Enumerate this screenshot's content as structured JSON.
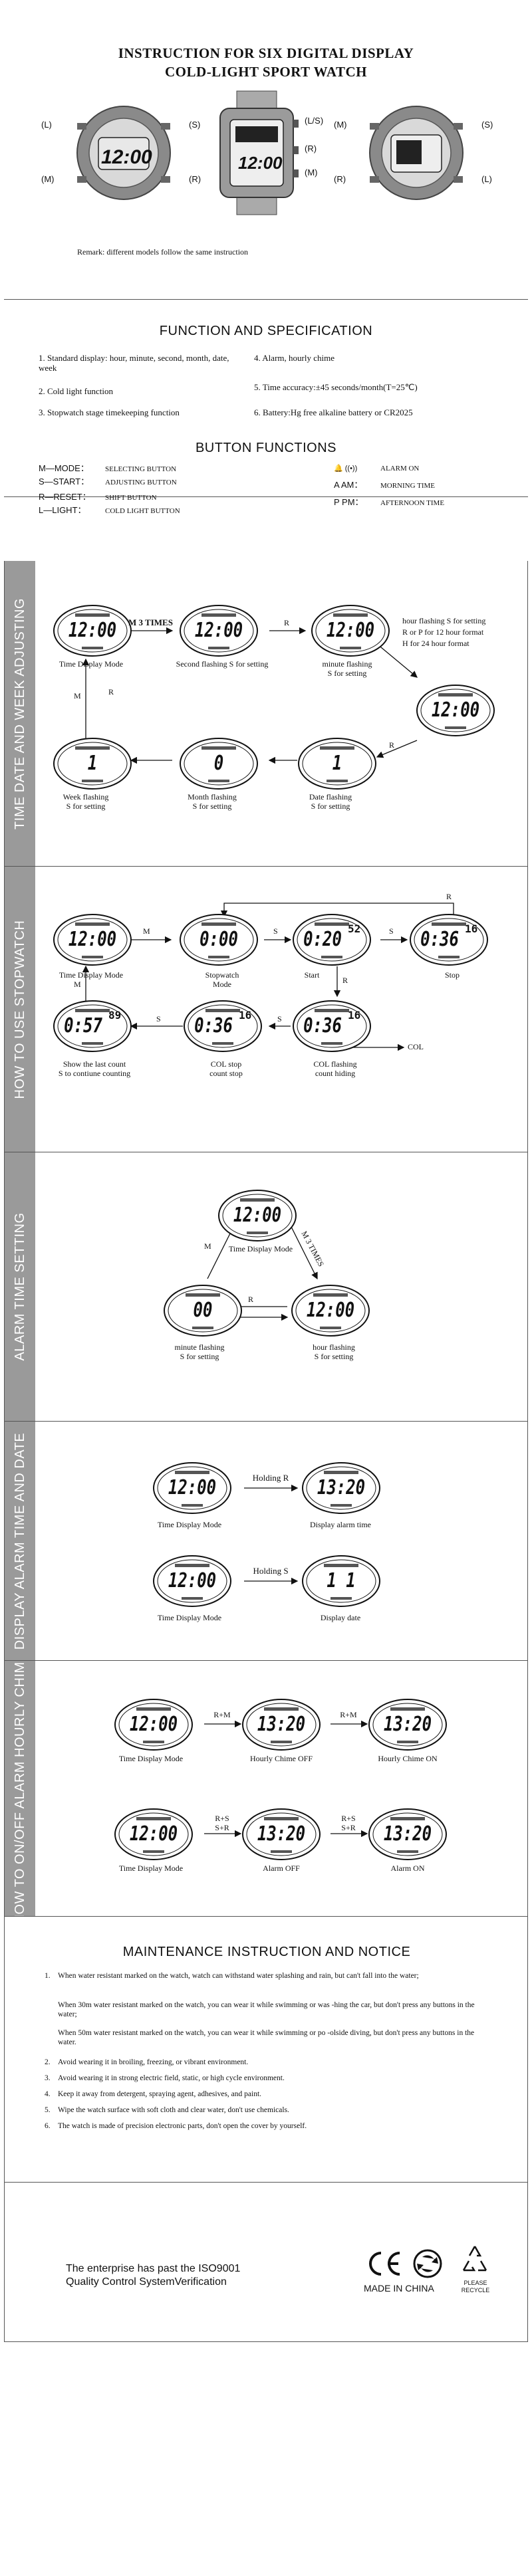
{
  "header": {
    "title_line1": "INSTRUCTION FOR SIX DIGITAL DISPLAY",
    "title_line2": "COLD-LIGHT SPORT WATCH",
    "remark": "Remark: different models follow the same instruction",
    "watch1": {
      "left_top": "(L)",
      "left_bottom": "(M)",
      "right_top": "(S)",
      "right_bottom": "(R)",
      "time": "12:00"
    },
    "watch2": {
      "right_top": "(L/S)",
      "right_mid": "(R)",
      "right_bottom": "(M)",
      "time": "12:00"
    },
    "watch3": {
      "left_top": "(M)",
      "left_bottom": "(R)",
      "right_top": "(S)",
      "right_bottom": "(L)"
    }
  },
  "functions": {
    "title": "FUNCTION AND SPECIFICATION",
    "items": [
      {
        "num": "1.",
        "text": "Standard display: hour, minute, second, month, date, week"
      },
      {
        "num": "2.",
        "text": "Cold light function"
      },
      {
        "num": "3.",
        "text": "Stopwatch stage timekeeping function"
      },
      {
        "num": "4.",
        "text": "Alarm, hourly chime"
      },
      {
        "num": "5.",
        "text": "Time accuracy:±45 seconds/month(T=25℃)"
      },
      {
        "num": "6.",
        "text": "Battery:Hg free alkaline battery or CR2025"
      }
    ]
  },
  "buttons": {
    "title": "BUTTON FUNCTIONS",
    "left": [
      {
        "key": "M—MODE：",
        "desc": "SELECTING BUTTON"
      },
      {
        "key": "S—START：",
        "desc": "ADJUSTING BUTTON"
      },
      {
        "key": "R—RESET：",
        "desc": "SHIFT BUTTON"
      },
      {
        "key": "L—LIGHT：",
        "desc": "COLD LIGHT BUTTON"
      }
    ],
    "right": [
      {
        "key": "🔔 ((•))",
        "desc": "ALARM ON"
      },
      {
        "key": "A  AM：",
        "desc": "MORNING TIME"
      },
      {
        "key": "P  PM：",
        "desc": "AFTERNOON TIME"
      }
    ]
  },
  "sec_time": {
    "side": "TIME DATE AND WEEK ADJUSTING",
    "time_display": "Time Display Mode",
    "m3times": "M 3 TIMES",
    "r": "R",
    "m": "M",
    "second_flash": "Second flashing S for setting",
    "minute_flash_1": "minute flashing",
    "minute_flash_2": "S for setting",
    "hour_1": "hour flashing S for setting",
    "hour_2": "R or P for 12 hour format",
    "hour_3": "H for 24 hour format",
    "week_1": "Week flashing",
    "week_2": "S for setting",
    "month_1": "Month flashing",
    "month_2": "S for setting",
    "date_1": "Date flashing",
    "date_2": "S for setting",
    "d_time": "12:00",
    "d_hour": "12:00",
    "d_month": "0",
    "d_week": "1",
    "d_date": "1"
  },
  "sec_stop": {
    "side": "HOW TO USE STOPWATCH",
    "time_display": "Time Display Mode",
    "stopwatch_1": "Stopwatch",
    "stopwatch_2": "Mode",
    "start": "Start",
    "stop": "Stop",
    "show_1": "Show the last count",
    "show_2": "S to contiune counting",
    "colstop_1": "COL stop",
    "colstop_2": "count stop",
    "colflash_1": "COL flashing",
    "colflash_2": "count hiding",
    "col": "COL",
    "m": "M",
    "s": "S",
    "r": "R",
    "d_time": "12:00",
    "d_sw": "0:00",
    "d_start": "0:20",
    "d_stop": "0:36",
    "d_last": "0:57",
    "d_colstop": "0:36",
    "d_colflash": "0:36",
    "s_start": "52",
    "s_stop": "16",
    "s_last": "89",
    "s_colstop": "16",
    "s_colflash": "16"
  },
  "sec_alarm": {
    "side": "ALARM TIME SETTING",
    "time_display": "Time Display Mode",
    "m": "M",
    "m3times": "M 3 TIMES",
    "r": "R",
    "minute_1": "minute flashing",
    "minute_2": "S for setting",
    "hour_1": "hour  flashing",
    "hour_2": "S for setting",
    "d_time": "12:00",
    "d_min": "00",
    "d_hour": "12:00"
  },
  "sec_display": {
    "side": "DISPLAY ALARM TIME AND DATE",
    "time_display_1": "Time Display Mode",
    "time_display_2": "Time Display Mode",
    "holding_r": "Holding R",
    "holding_s": "Holding S",
    "display_alarm": "Display alarm time",
    "display_date": "Display date",
    "d_time": "12:00",
    "d_alarm": "13:20",
    "d_date": "1  1"
  },
  "sec_chime": {
    "side": "HOW TO ON/OFF ALARM HOURLY CHIME",
    "time_display_1": "Time Display Mode",
    "time_display_2": "Time Display Mode",
    "rm1": "R+M",
    "rm2": "R+M",
    "rs1": "R+S",
    "sr1": "S+R",
    "rs2": "R+S",
    "sr2": "S+R",
    "chime_off": "Hourly Chime OFF",
    "chime_on": "Hourly Chime ON",
    "alarm_off": "Alarm OFF",
    "alarm_on": "Alarm ON",
    "d_time": "12:00",
    "d_alarm": "13:20"
  },
  "maintenance": {
    "title": "MAINTENANCE  INSTRUCTION AND NOTICE",
    "items": [
      {
        "num": "1.",
        "text": "When water resistant marked on the watch, watch can withstand water splashing and rain, but can't fall into the water;"
      },
      {
        "num": "",
        "text": "When 30m water resistant marked on the watch, you can wear it while swimming or was -hing the car, but don't press any buttons in the water;"
      },
      {
        "num": "",
        "text": "When 50m water resistant marked on the watch, you can wear it while swimming or po -olside diving, but don't press any buttons in the water."
      },
      {
        "num": "2.",
        "text": "Avoid wearing it in broiling, freezing, or vibrant environment."
      },
      {
        "num": "3.",
        "text": "Avoid wearing it in strong electric field, static, or high cycle environment."
      },
      {
        "num": "4.",
        "text": "Keep it away from detergent, spraying agent, adhesives, and paint."
      },
      {
        "num": "5.",
        "text": "Wipe the watch surface with soft cloth and clear water, don't use chemicals."
      },
      {
        "num": "6.",
        "text": "The watch is made of precision electronic parts, don't open the cover by yourself."
      }
    ]
  },
  "footer": {
    "iso_line1": "The enterprise has past the ISO9001",
    "iso_line2": "Quality  Control SystemVerification",
    "ce": "CE",
    "made_in": "MADE IN CHINA",
    "recycle_1": "PLEASE",
    "recycle_2": "RECYCLE"
  }
}
